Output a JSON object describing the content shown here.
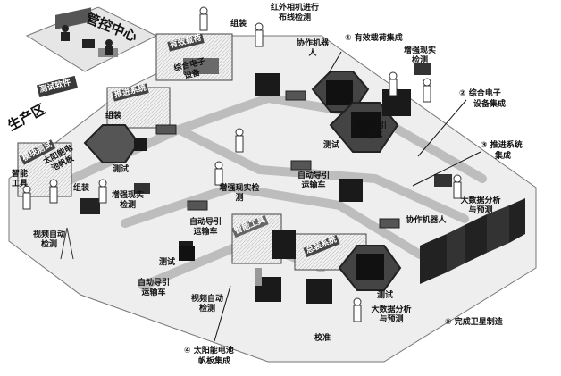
{
  "zones": {
    "control_center": "管控中心",
    "production_area": "生产区",
    "panel_load": "有效载荷",
    "panel_electronics": "综合电子设备",
    "panel_propulsion": "推进系统",
    "panel_solar": "太阳能电池帆板",
    "panel_flex_robot": "智能工具",
    "panel_platform": "总装系统",
    "panel_software": "测试软件",
    "panel_module_test": "模块测试"
  },
  "labels": {
    "assembly_top": "组装",
    "infrared": "红外相机进行布线检测",
    "cobot_top": "协作机器人",
    "ar_top": "增强现实检测",
    "test_center": "测试",
    "agv_center": "自动导引运输车",
    "assembly_left": "组装",
    "test_left": "测试",
    "smart_tool": "智能工具",
    "ar_left": "增强现实检测",
    "video_left": "视频自动检测",
    "agv_left": "自动导引运输车",
    "ar_mid": "增强现实检测",
    "agv_mid": "自动导引运输车",
    "test_lower": "测试",
    "agv_lower": "自动导引运输车",
    "video_lower": "视频自动检测",
    "cobot_right": "协作机器人",
    "bigdata_right": "大数据分析与预测",
    "test_bottom": "测试",
    "bigdata_bottom": "大数据分析与预测",
    "calibration": "校准"
  },
  "callouts": {
    "c1": "① 有效载荷集成",
    "c2a": "② 综合电子",
    "c2b": "设备集成",
    "c3a": "③ 推进系统",
    "c3b": "集成",
    "c4a": "④ 太阳能电池",
    "c4b": "帆板集成",
    "c5": "⑤ 完成卫星制造"
  }
}
